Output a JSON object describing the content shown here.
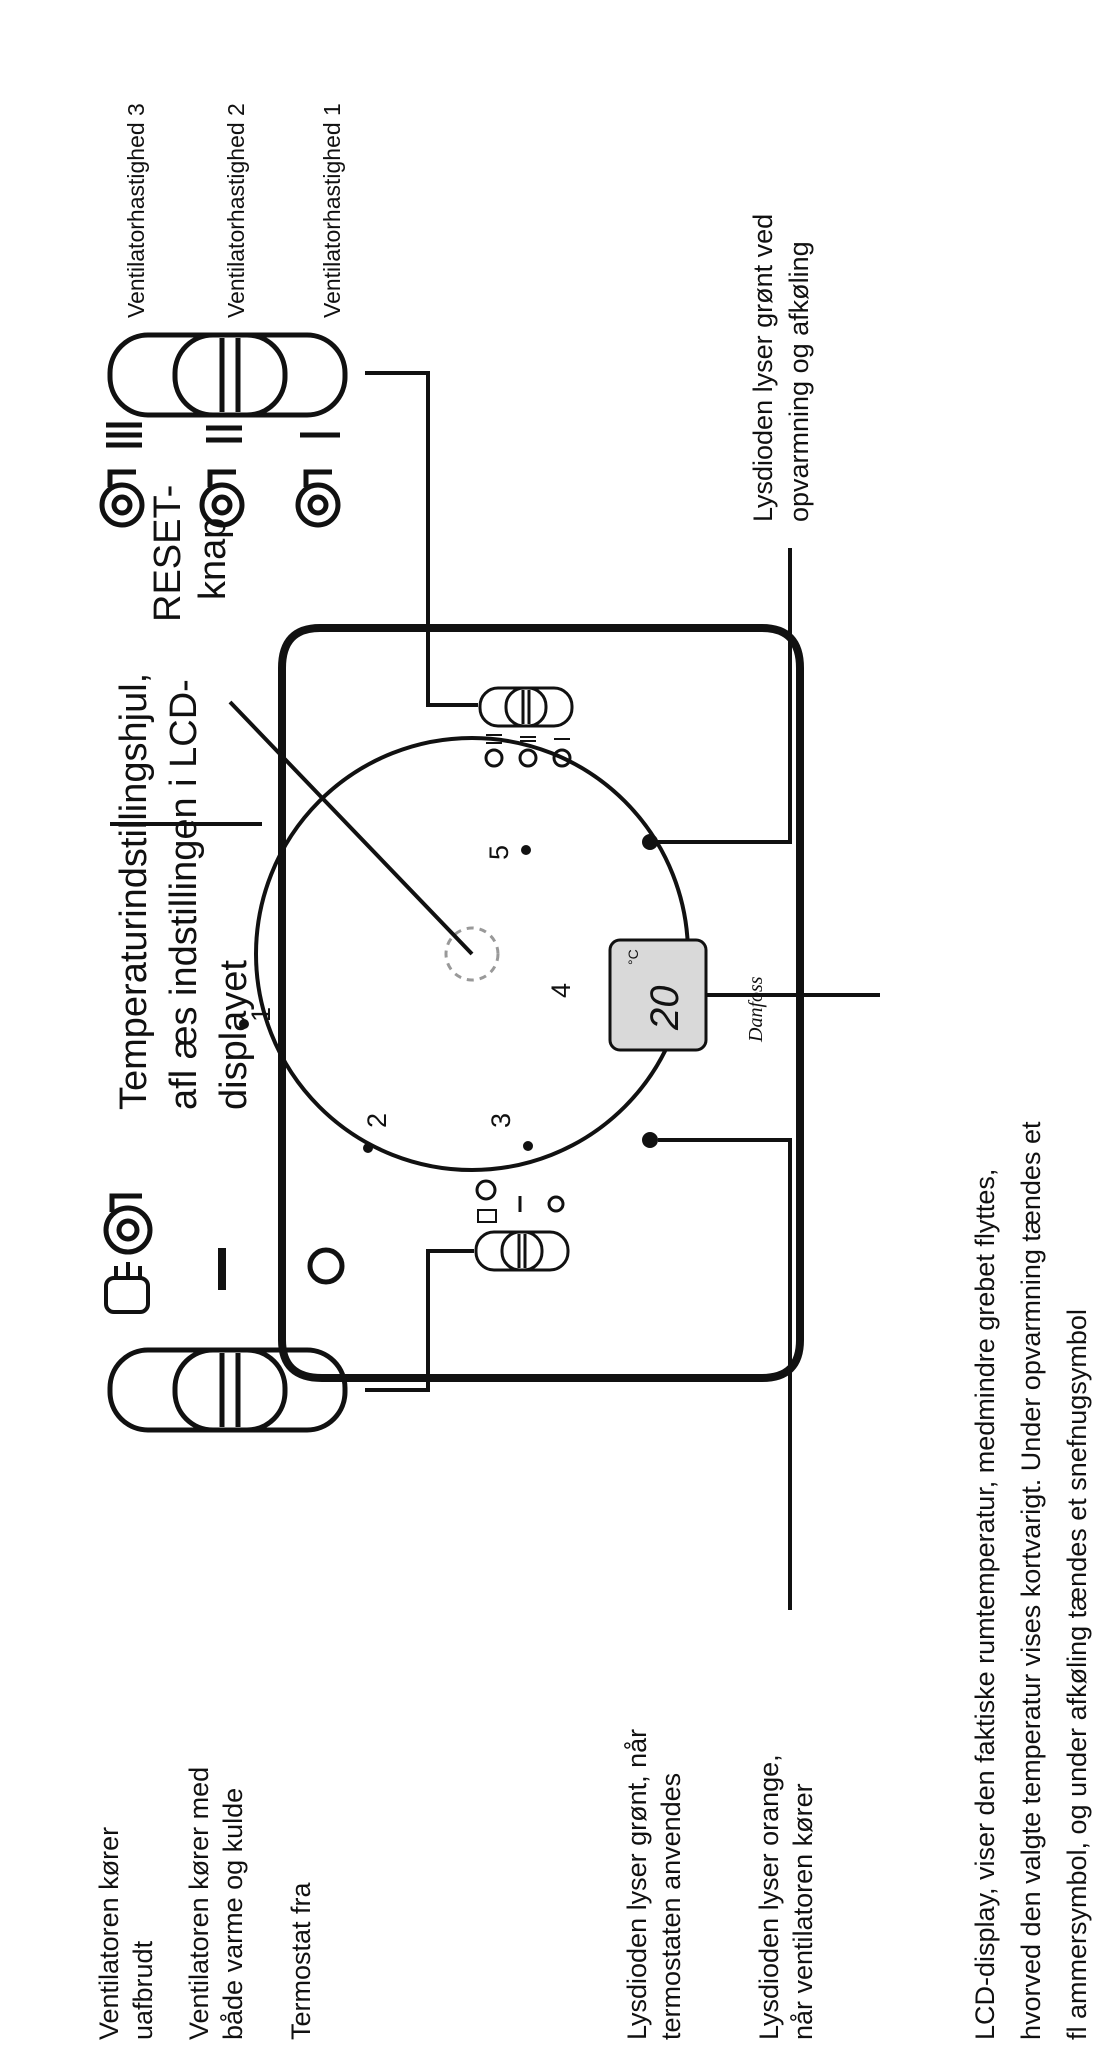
{
  "labels": {
    "fan_speed_3": "Ventilatorhastighed 3",
    "fan_speed_2": "Ventilatorhastighed 2",
    "fan_speed_1": "Ventilatorhastighed 1",
    "led_green_heating_1": "Lysdioden lyser grønt ved",
    "led_green_heating_2": "opvarmning og afkøling",
    "reset_1": "RESET-",
    "reset_2": "knap",
    "temp_wheel_1": "Temperaturindstillingshjul,",
    "temp_wheel_2": "afl æs indstillingen i LCD-",
    "temp_wheel_3": "displayet",
    "lcd_1": "LCD-display, viser den faktiske rumtemperatur, medmindre grebet flyttes,",
    "lcd_2": "hvorved den valgte temperatur vises kortvarigt. Under opvarmning tændes et",
    "lcd_3": "fl ammersymbol, og under afkøling tændes et snefnugsymbol",
    "fan_continuous_1": "Ventilatoren kører",
    "fan_continuous_2": "uafbrudt",
    "fan_both_1": "Ventilatoren kører med",
    "fan_both_2": "både varme og kulde",
    "thermostat_off": "Termostat fra",
    "led_green_thermostat_1": "Lysdioden lyser grønt, når",
    "led_green_thermostat_2": "termostaten anvendes",
    "led_orange_1": "Lysdioden lyser orange,",
    "led_orange_2": "når ventilatoren kører"
  },
  "device": {
    "dial_numbers": [
      "1",
      "2",
      "3",
      "4",
      "5"
    ],
    "lcd_value": "20",
    "lcd_unit": "°C",
    "brand": "Danfoss",
    "speed_marks": [
      "III",
      "II",
      "I"
    ]
  }
}
